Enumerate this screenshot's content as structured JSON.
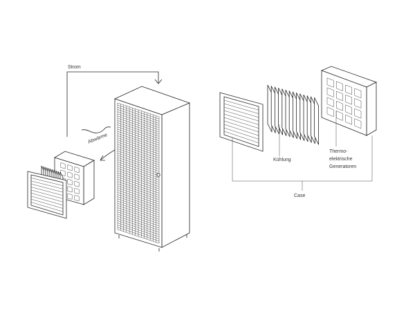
{
  "diagram": {
    "labels": {
      "power": "Strom",
      "waste_heat": "Abwärme",
      "cooling": "Kühlung",
      "teg_line1": "Thermo-",
      "teg_line2": "elektrische",
      "teg_line3": "Generatoren",
      "case": "Case"
    },
    "components": [
      "server-rack",
      "case-grille",
      "cooling-fins",
      "thermoelectric-generator-grid"
    ],
    "colors": {
      "line": "#222222",
      "text": "#333333",
      "background": "#ffffff"
    }
  }
}
